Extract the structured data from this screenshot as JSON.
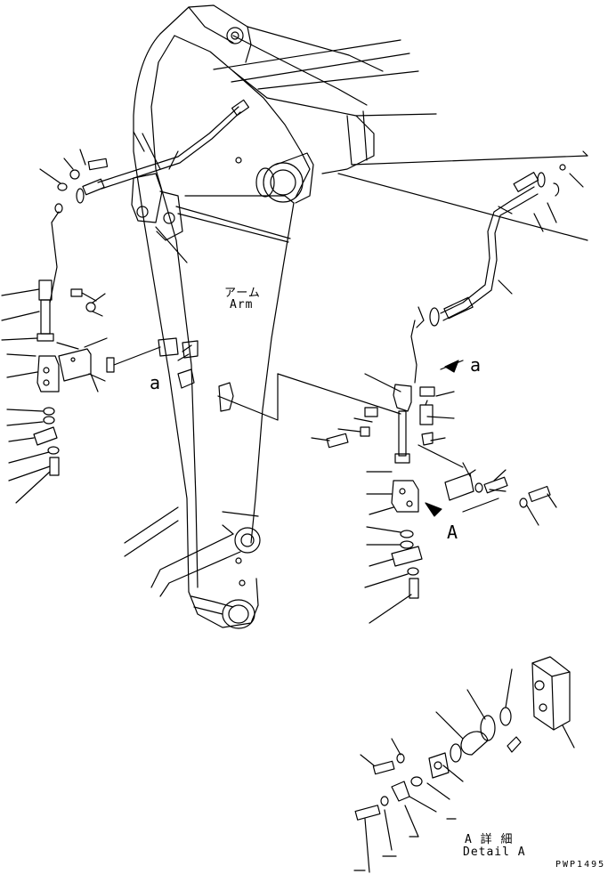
{
  "labels": {
    "arm_jp": "アーム",
    "arm_en": "Arm",
    "ref_a_left": "a",
    "ref_a_right": "a",
    "view_a": "A",
    "detail_jp": "A 詳 細",
    "detail_en": "Detail A",
    "code": "PWP1495"
  },
  "colors": {
    "line": "#000000",
    "background": "#ffffff"
  }
}
